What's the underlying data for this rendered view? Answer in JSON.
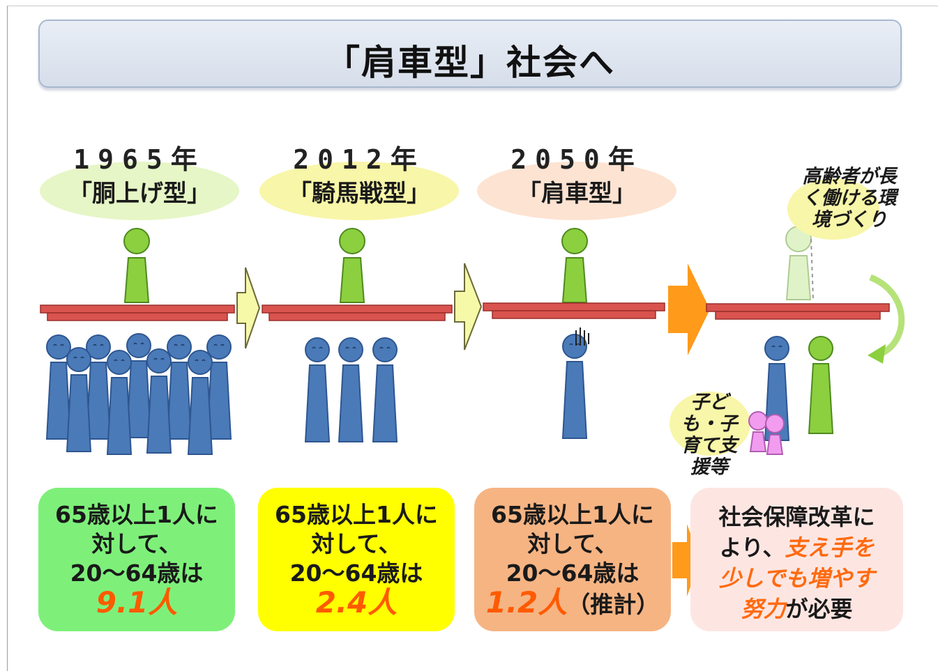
{
  "title": "「肩車型」社会へ",
  "eras": [
    {
      "year": "1965年",
      "type": "「胴上げ型」",
      "ellipse_color": "#e6f6c6",
      "info": {
        "line1": "65歳以上1人に",
        "line2": "対して、",
        "line3": "20～64歳は",
        "number": "9.1人",
        "suffix": ""
      },
      "box_color": "#7ef07a"
    },
    {
      "year": "2012年",
      "type": "「騎馬戦型」",
      "ellipse_color": "#f8f6a8",
      "info": {
        "line1": "65歳以上1人に",
        "line2": "対して、",
        "line3": "20～64歳は",
        "number": "2.4人",
        "suffix": ""
      },
      "box_color": "#ffff00"
    },
    {
      "year": "2050年",
      "type": "「肩車型」",
      "ellipse_color": "#fde3d2",
      "info": {
        "line1": "65歳以上1人に",
        "line2": "対して、",
        "line3": "20～64歳は",
        "number": "1.2人",
        "suffix": "（推計）"
      },
      "box_color": "#f6b483"
    }
  ],
  "notes": {
    "elderly_work": "高齢者が長く働ける環境づくり",
    "child_support": "子ども・子育て支援等"
  },
  "final_box": {
    "line1": "社会保障改革に",
    "line2_a": "より、",
    "line2_b": "支え手を",
    "line3": "少しでも増やす",
    "line4_a": "努力",
    "line4_b": "が必要"
  },
  "colors": {
    "bar_red": "#d9534f",
    "elderly_green": "#8ccf3f",
    "worker_blue": "#4a7ab8",
    "child_pink": "#f29cf0",
    "arrow_yellow": "#f6f9a8",
    "arrow_orange": "#ff9a1a",
    "highlight_orange": "#ff5a00"
  }
}
